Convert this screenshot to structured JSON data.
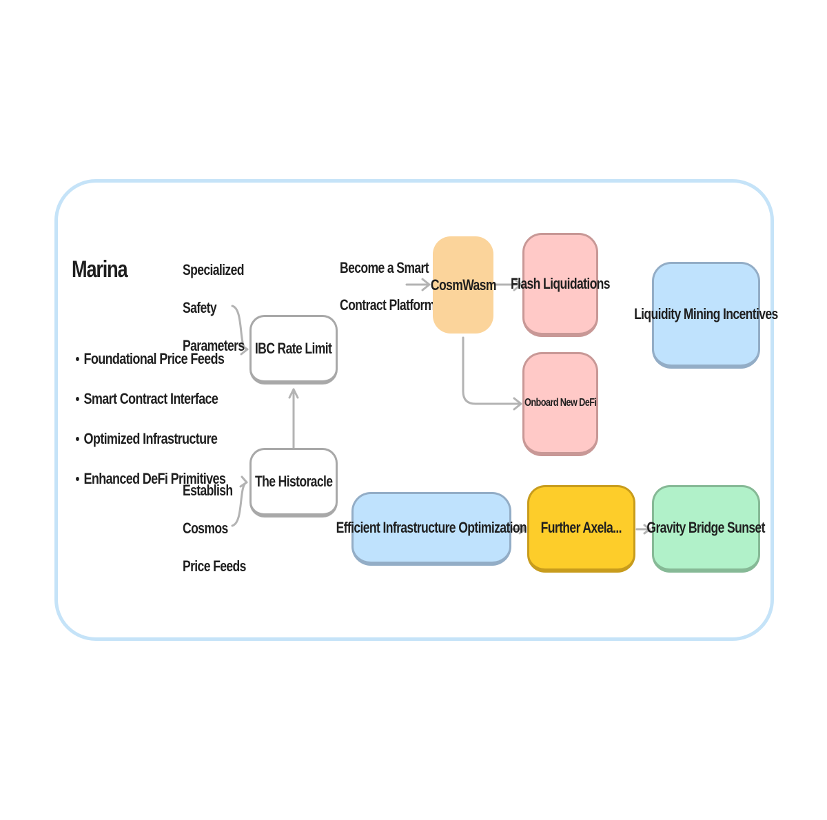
{
  "title": "Marina",
  "bullets": [
    "Foundational Price Feeds",
    "Smart Contract Interface",
    "Optimized Infrastructure",
    "Enhanced DeFi Primitives"
  ],
  "edge_labels": {
    "safety": [
      "Specialized",
      "Safety",
      "Parameters"
    ],
    "cosmos": [
      "Establish",
      "Cosmos",
      "Price Feeds"
    ],
    "smart": [
      "Become a Smart",
      "Contract Platform"
    ]
  },
  "nodes": {
    "ibc": "IBC Rate Limit",
    "historacle": "The Historacle",
    "cosmwasm": "CosmWasm",
    "flash": "Flash Liquidations",
    "onboard": "Onboard New DeFi",
    "liquidity": "Liquidity Mining Incentives",
    "efficient": "Efficient Infrastructure Optimization",
    "axelar": "Further Axela...",
    "gravity": "Gravity Bridge Sunset"
  },
  "colors": {
    "frame": "#c5e3f8",
    "connector": "#b3b3b3",
    "orange": "#fbd49b",
    "pink": "#ffc9c7",
    "blue": "#bfe2fd",
    "yellow": "#fdcd2a",
    "green": "#b1f1c9"
  }
}
